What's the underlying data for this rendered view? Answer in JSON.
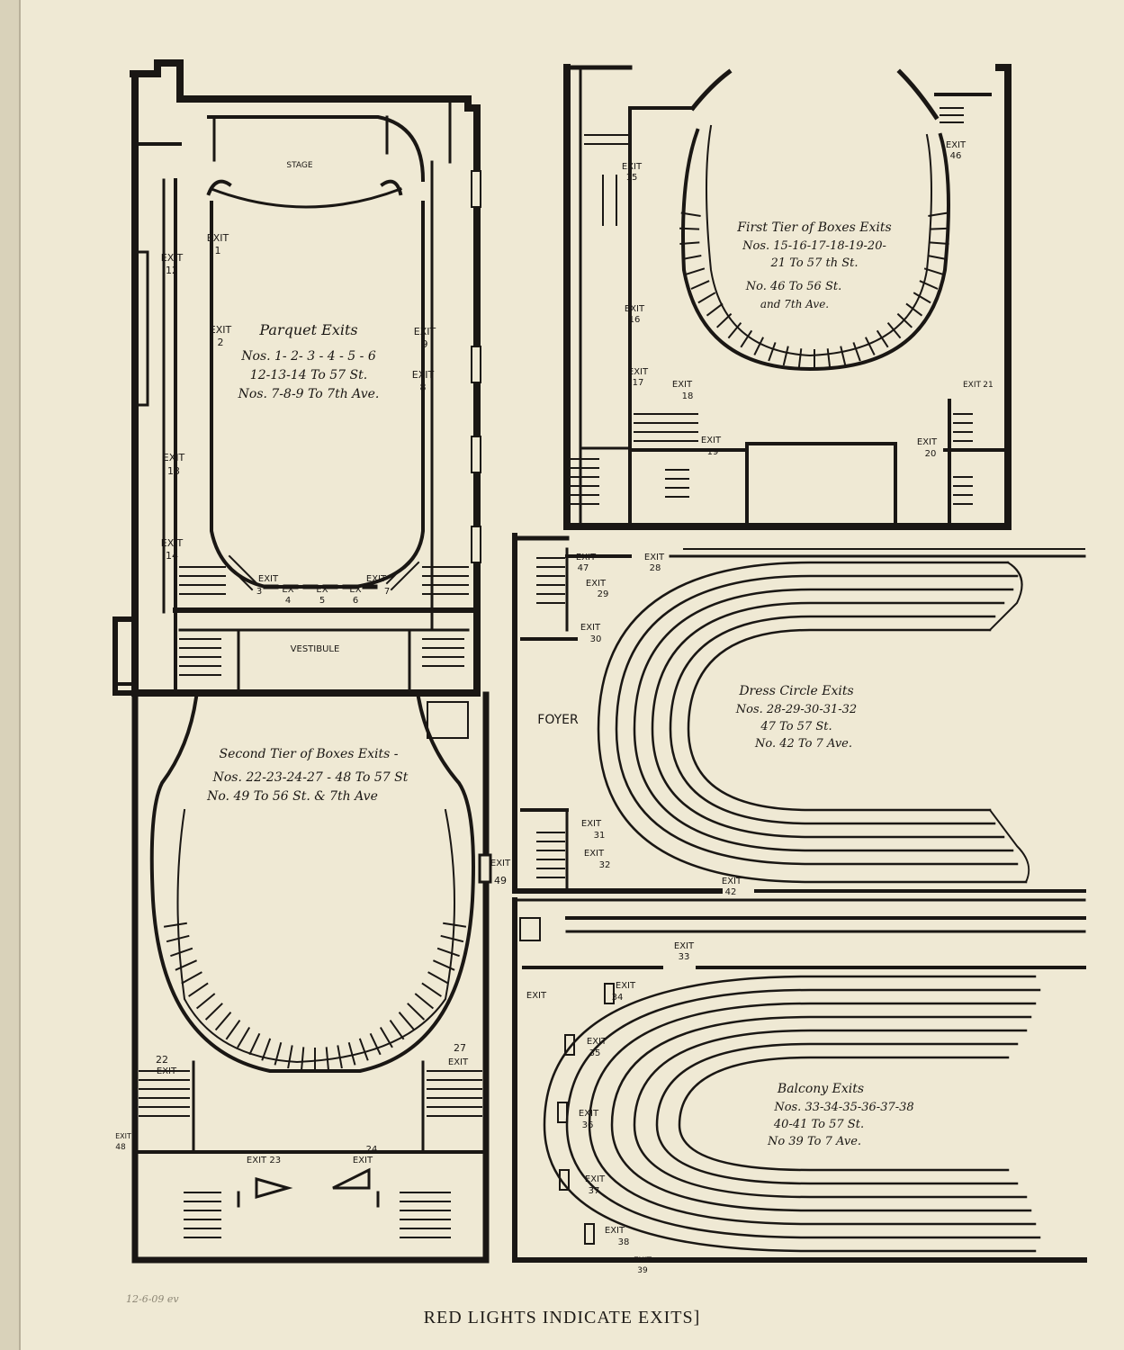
{
  "parquet": {
    "title": "Parquet Exits",
    "line1": "Nos. 1- 2- 3 - 4 - 5 - 6",
    "line2": "12-13-14 To 57 St.",
    "line3": "Nos. 7-8-9 To 7th Ave.",
    "stage": "STAGE",
    "vestibule": "VESTIBULE",
    "exits": {
      "e1": [
        "EXIT",
        "1"
      ],
      "e2": [
        "EXIT",
        "2"
      ],
      "e9": [
        "EXIT",
        "9"
      ],
      "e8": [
        "EXIT",
        "8"
      ],
      "e12": [
        "EXIT",
        "12"
      ],
      "e13": [
        "EXIT",
        "13"
      ],
      "e14": [
        "EXIT",
        "14"
      ],
      "e3": [
        "EXIT",
        "3"
      ],
      "e4": [
        "EX",
        "4"
      ],
      "e5": [
        "EX",
        "5"
      ],
      "e6": [
        "EX",
        "6"
      ],
      "e7": [
        "EXIT",
        "7"
      ]
    }
  },
  "first_tier": {
    "title": "First Tier of Boxes Exits",
    "line1": "Nos. 15-16-17-18-19-20-",
    "line2": "21 To 57 th St.",
    "line3": "No. 46 To 56 St.",
    "line4": "and 7th Ave.",
    "exits": {
      "e15": [
        "EXIT",
        "15"
      ],
      "e46": [
        "EXIT",
        "46"
      ],
      "e16": [
        "EXIT",
        "16"
      ],
      "e17": [
        "EXIT",
        "17"
      ],
      "e18": [
        "EXIT",
        "18"
      ],
      "e19": [
        "EXIT",
        "19"
      ],
      "e20": [
        "EXIT",
        "20"
      ],
      "e21": [
        "EXIT",
        "21"
      ]
    }
  },
  "dress_circle": {
    "title": "Dress Circle Exits",
    "line1": "Nos. 28-29-30-31-32",
    "line2": "47 To 57 St.",
    "line3": "No. 42 To 7 Ave.",
    "foyer": "FOYER",
    "exits": {
      "e47": [
        "EXIT",
        "47"
      ],
      "e28": [
        "EXIT",
        "28"
      ],
      "e29": [
        "EXIT",
        "29"
      ],
      "e30": [
        "EXIT",
        "30"
      ],
      "e31": [
        "EXIT",
        "31"
      ],
      "e32": [
        "EXIT",
        "32"
      ],
      "e42": [
        "EXIT",
        "42"
      ]
    }
  },
  "second_tier": {
    "title": "Second Tier of Boxes Exits -",
    "line1": "Nos. 22-23-24-27 - 48 To 57 St",
    "line2": "No. 49 To 56 St. & 7th Ave",
    "exits": {
      "e49": [
        "EXIT",
        "49"
      ],
      "e22": [
        "22",
        "EXIT"
      ],
      "e27": [
        "27",
        "EXIT"
      ],
      "e23": [
        "EXIT 23",
        ""
      ],
      "e24": [
        "24",
        "EXIT"
      ],
      "e48": [
        "EXIT",
        "48"
      ]
    }
  },
  "balcony": {
    "title": "Balcony Exits",
    "line1": "Nos. 33-34-35-36-37-38",
    "line2": "40-41 To 57 St.",
    "line3": "No 39 To 7 Ave.",
    "exits": {
      "e33": [
        "EXIT",
        "33"
      ],
      "e34": [
        "EXIT",
        "34"
      ],
      "e35": [
        "EXIT",
        "35"
      ],
      "e36": [
        "EXIT",
        "36"
      ],
      "e37": [
        "EXIT",
        "37"
      ],
      "e38": [
        "EXIT",
        "38"
      ],
      "e39": [
        "EXIT",
        "39"
      ],
      "e40": [
        "EXIT",
        ""
      ]
    }
  },
  "footer": "RED LIGHTS INDICATE EXITS]",
  "pencil_note": "12-6-09 ev",
  "colors": {
    "paper": "#efe9d4",
    "ink": "#1a1714"
  }
}
